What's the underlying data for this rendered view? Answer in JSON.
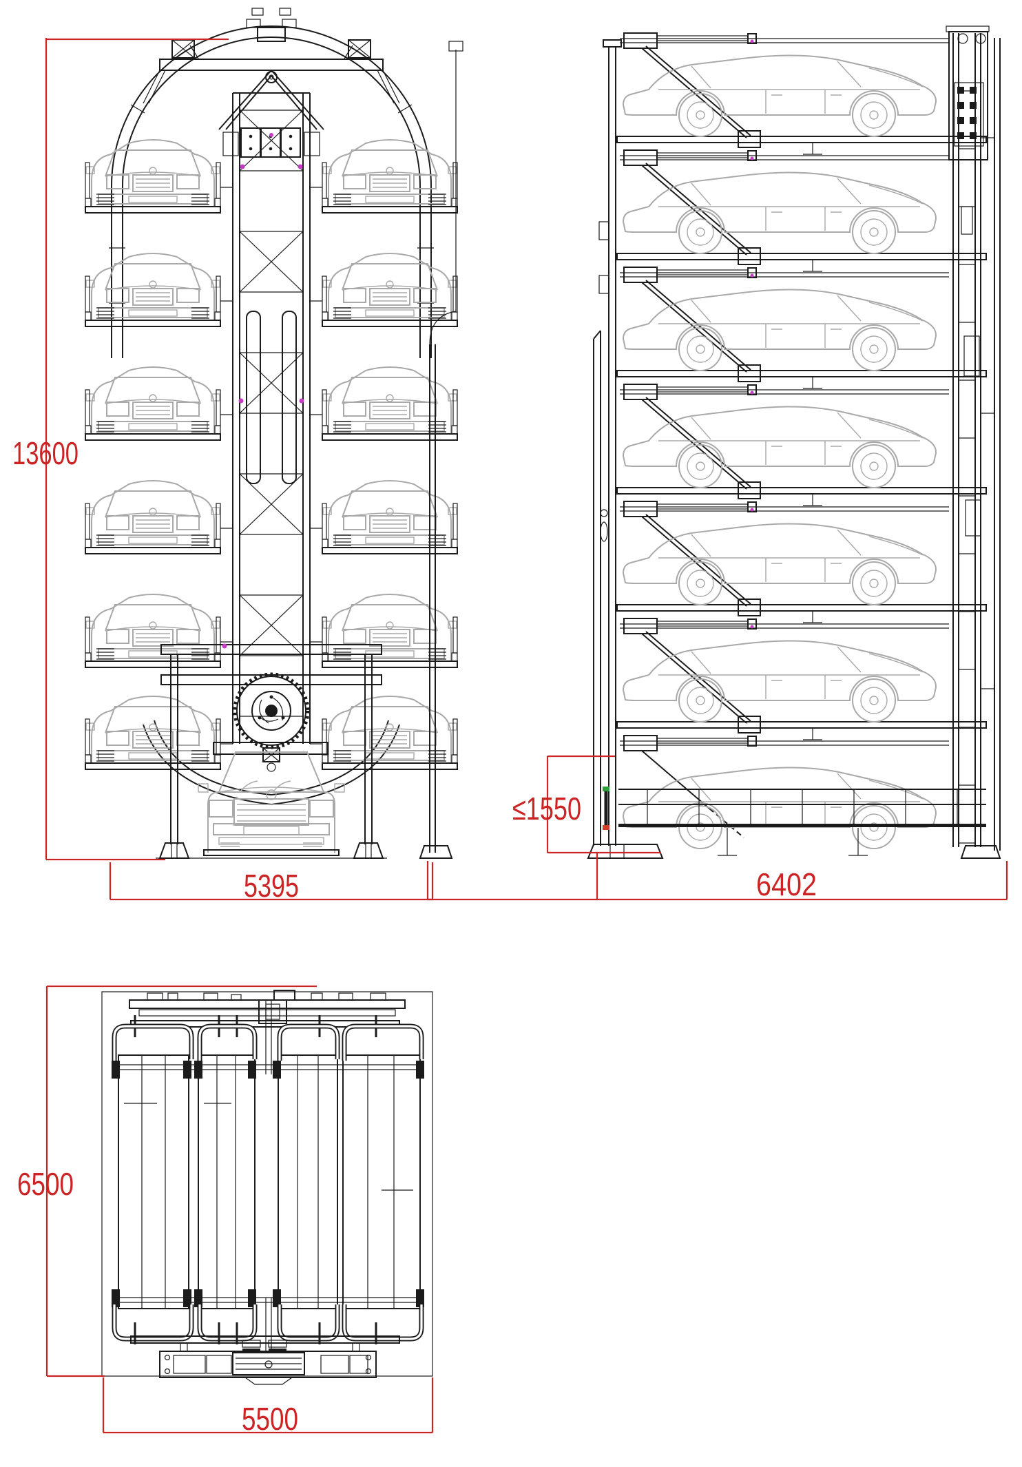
{
  "drawing": {
    "type": "cad-three-view-technical-drawing",
    "subject": "vertical rotary carousel car parking system",
    "background": "#ffffff",
    "colors": {
      "dimension_red": "#cc2424",
      "structure_black": "#1b1b1b",
      "car_gray": "#a9a9a9",
      "pivot_magenta": "#c73cc7",
      "jack_green": "#2e9e3a",
      "jack_red": "#d43c28"
    },
    "views": {
      "front_elevation": {
        "position": "top-left",
        "car_levels_per_side": 6,
        "ground_cars": 1
      },
      "side_elevation": {
        "position": "top-right",
        "car_levels": 7
      },
      "plan": {
        "position": "bottom-left",
        "pallets": 4
      }
    },
    "dimensions": {
      "total_height": {
        "value": "13600",
        "view": "front_elevation",
        "axis": "vertical"
      },
      "front_width": {
        "value": "5395",
        "view": "front_elevation",
        "axis": "horizontal"
      },
      "ground_clearance": {
        "value": "≤1550",
        "view": "side_elevation",
        "axis": "vertical"
      },
      "side_width": {
        "value": "6402",
        "view": "side_elevation",
        "axis": "horizontal"
      },
      "plan_depth": {
        "value": "6500",
        "view": "plan",
        "axis": "vertical"
      },
      "plan_width": {
        "value": "5500",
        "view": "plan",
        "axis": "horizontal"
      }
    }
  }
}
